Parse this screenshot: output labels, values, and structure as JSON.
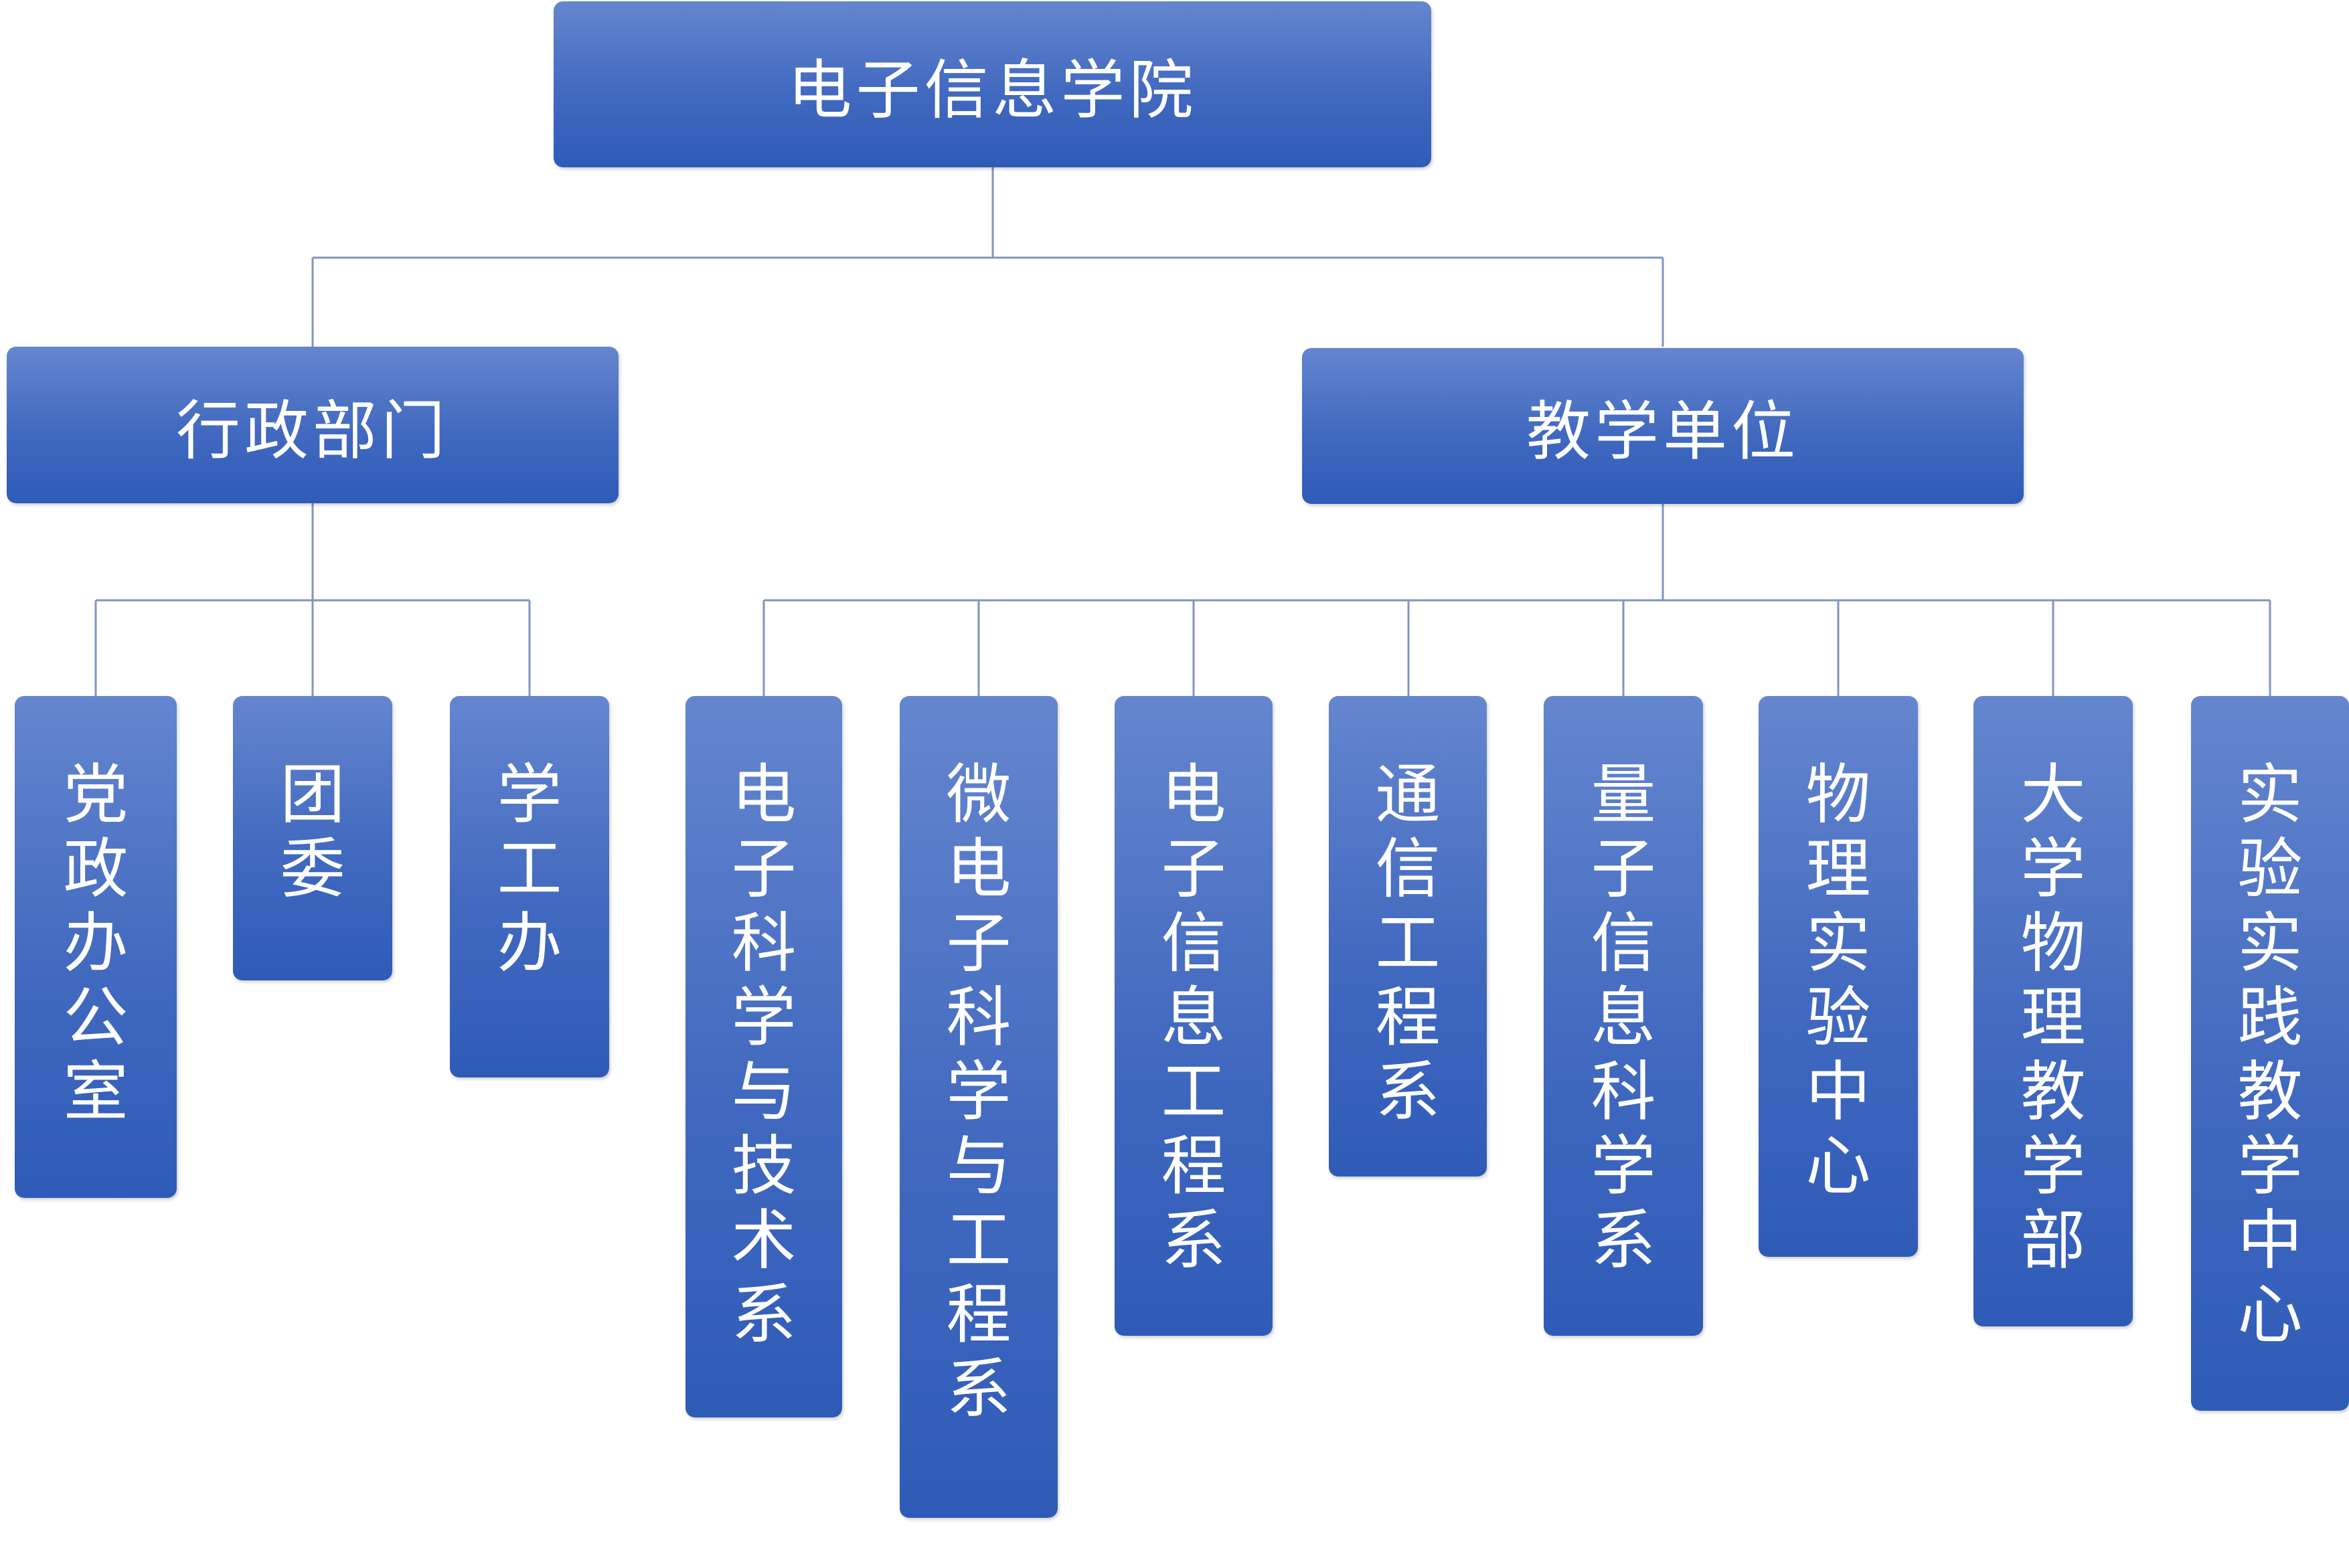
{
  "root": {
    "label": "电子信息学院"
  },
  "branches": [
    {
      "label": "行政部门",
      "children": [
        "党政办公室",
        "团委",
        "学工办"
      ]
    },
    {
      "label": "教学单位",
      "children": [
        "电子科学与技术系",
        "微电子科学与工程系",
        "电子信息工程系",
        "通信工程系",
        "量子信息科学系",
        "物理实验中心",
        "大学物理教学部",
        "实验实践教学中心"
      ]
    }
  ],
  "colors": {
    "node_top": "#6586cf",
    "node_bottom": "#2f5bb8",
    "node_text": "#ffffff",
    "connector": "#7f96bf"
  }
}
